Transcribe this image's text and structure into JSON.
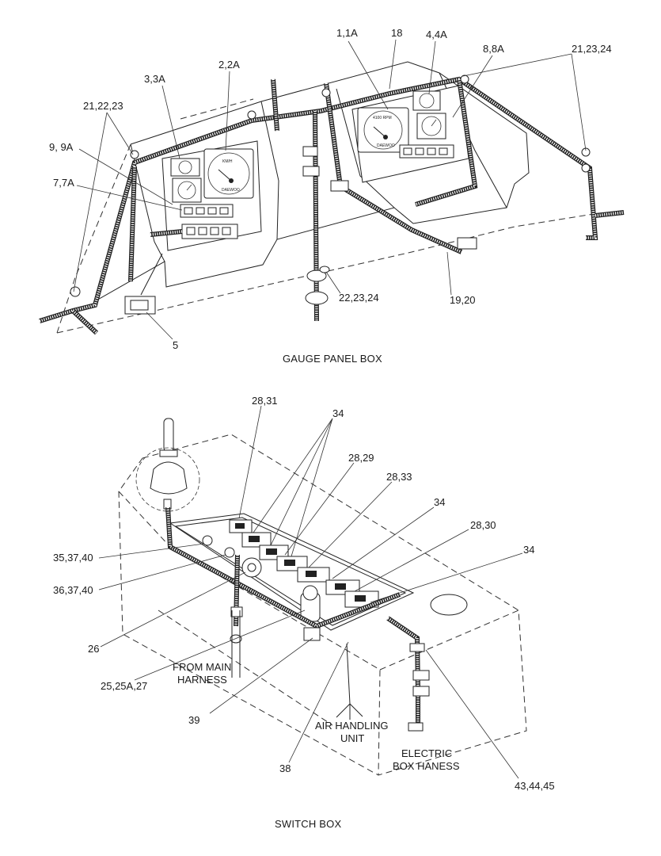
{
  "gauge_panel": {
    "caption": "GAUGE PANEL BOX",
    "callouts": {
      "c_1_1a": "1,1A",
      "c_18": "18",
      "c_4_4a": "4,4A",
      "c_8_8a": "8,8A",
      "c_21_23_24": "21,23,24",
      "c_2_2a": "2,2A",
      "c_3_3a": "3,3A",
      "c_21_22_23": "21,22,23",
      "c_9_9a": "9, 9A",
      "c_7_7a": "7,7A",
      "c_5": "5",
      "c_22_23_24": "22,23,24",
      "c_19_20": "19,20"
    },
    "gauge_faces": {
      "left_gauge": "KM/H",
      "left_brand": "DAEWOO",
      "right_gauge": "4100 RPM",
      "right_brand": "DAEWOO"
    }
  },
  "switch_box": {
    "caption": "SWITCH BOX",
    "callouts": {
      "c_28_31": "28,31",
      "c_34_a": "34",
      "c_28_29": "28,29",
      "c_28_33": "28,33",
      "c_34_b": "34",
      "c_28_30": "28,30",
      "c_34_c": "34",
      "c_35_37_40": "35,37,40",
      "c_36_37_40": "36,37,40",
      "c_26": "26",
      "c_25_25a_27": "25,25A,27",
      "c_39": "39",
      "c_38": "38",
      "c_43_44_45": "43,44,45"
    },
    "notes": {
      "from_main_1": "FROM MAIN",
      "from_main_2": "HARNESS",
      "air_handling_1": "AIR HANDLING",
      "air_handling_2": "UNIT",
      "electric_box_1": "ELECTRIC",
      "electric_box_2": "BOX HANESS"
    }
  }
}
